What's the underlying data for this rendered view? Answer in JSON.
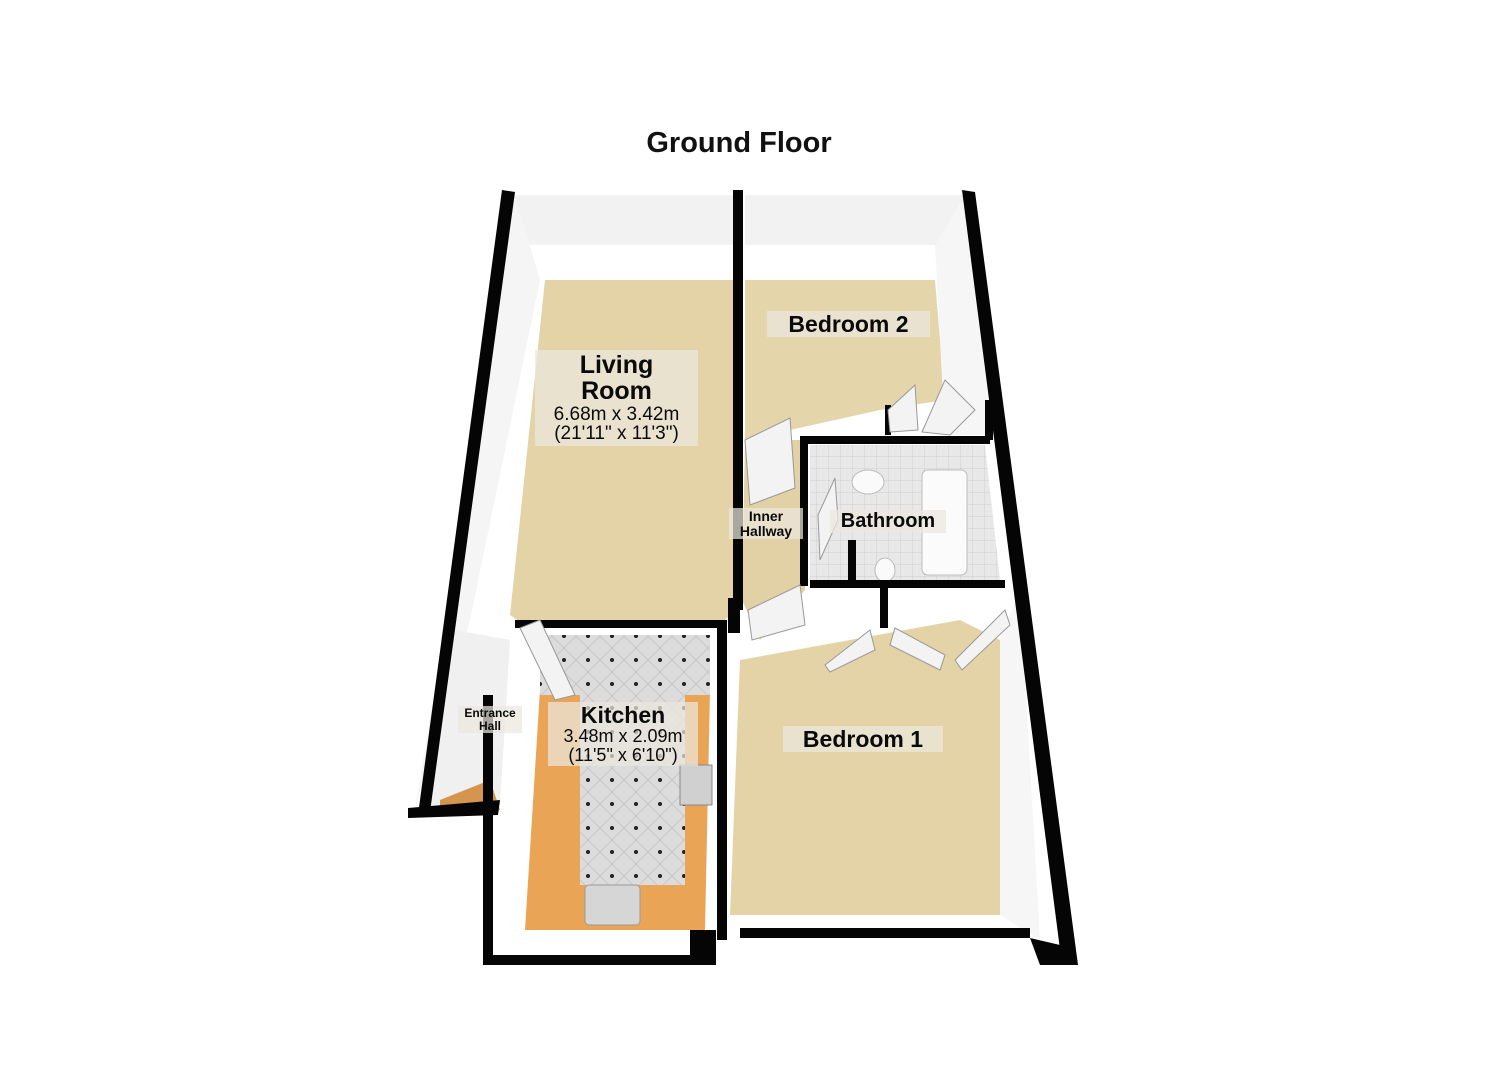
{
  "title": "Ground Floor",
  "colors": {
    "wall": "#050505",
    "carpet": "#e3d3a6",
    "kitchen_worktop": "#e9a456",
    "tile": "#d8d8d8",
    "bathroom_floor": "#e4e4e4",
    "inner_wall": "#f4f4f4"
  },
  "rooms": {
    "living_room": {
      "name_line1": "Living",
      "name_line2": "Room",
      "dim_metric": "6.68m x 3.42m",
      "dim_imperial": "(21'11\" x 11'3\")"
    },
    "bedroom_2": {
      "name": "Bedroom 2"
    },
    "inner_hallway": {
      "name_line1": "Inner",
      "name_line2": "Hallway"
    },
    "bathroom": {
      "name": "Bathroom"
    },
    "kitchen": {
      "name": "Kitchen",
      "dim_metric": "3.48m x 2.09m",
      "dim_imperial": "(11'5\" x 6'10\")"
    },
    "entrance_hall": {
      "name_line1": "Entrance",
      "name_line2": "Hall"
    },
    "bedroom_1": {
      "name": "Bedroom 1"
    }
  }
}
